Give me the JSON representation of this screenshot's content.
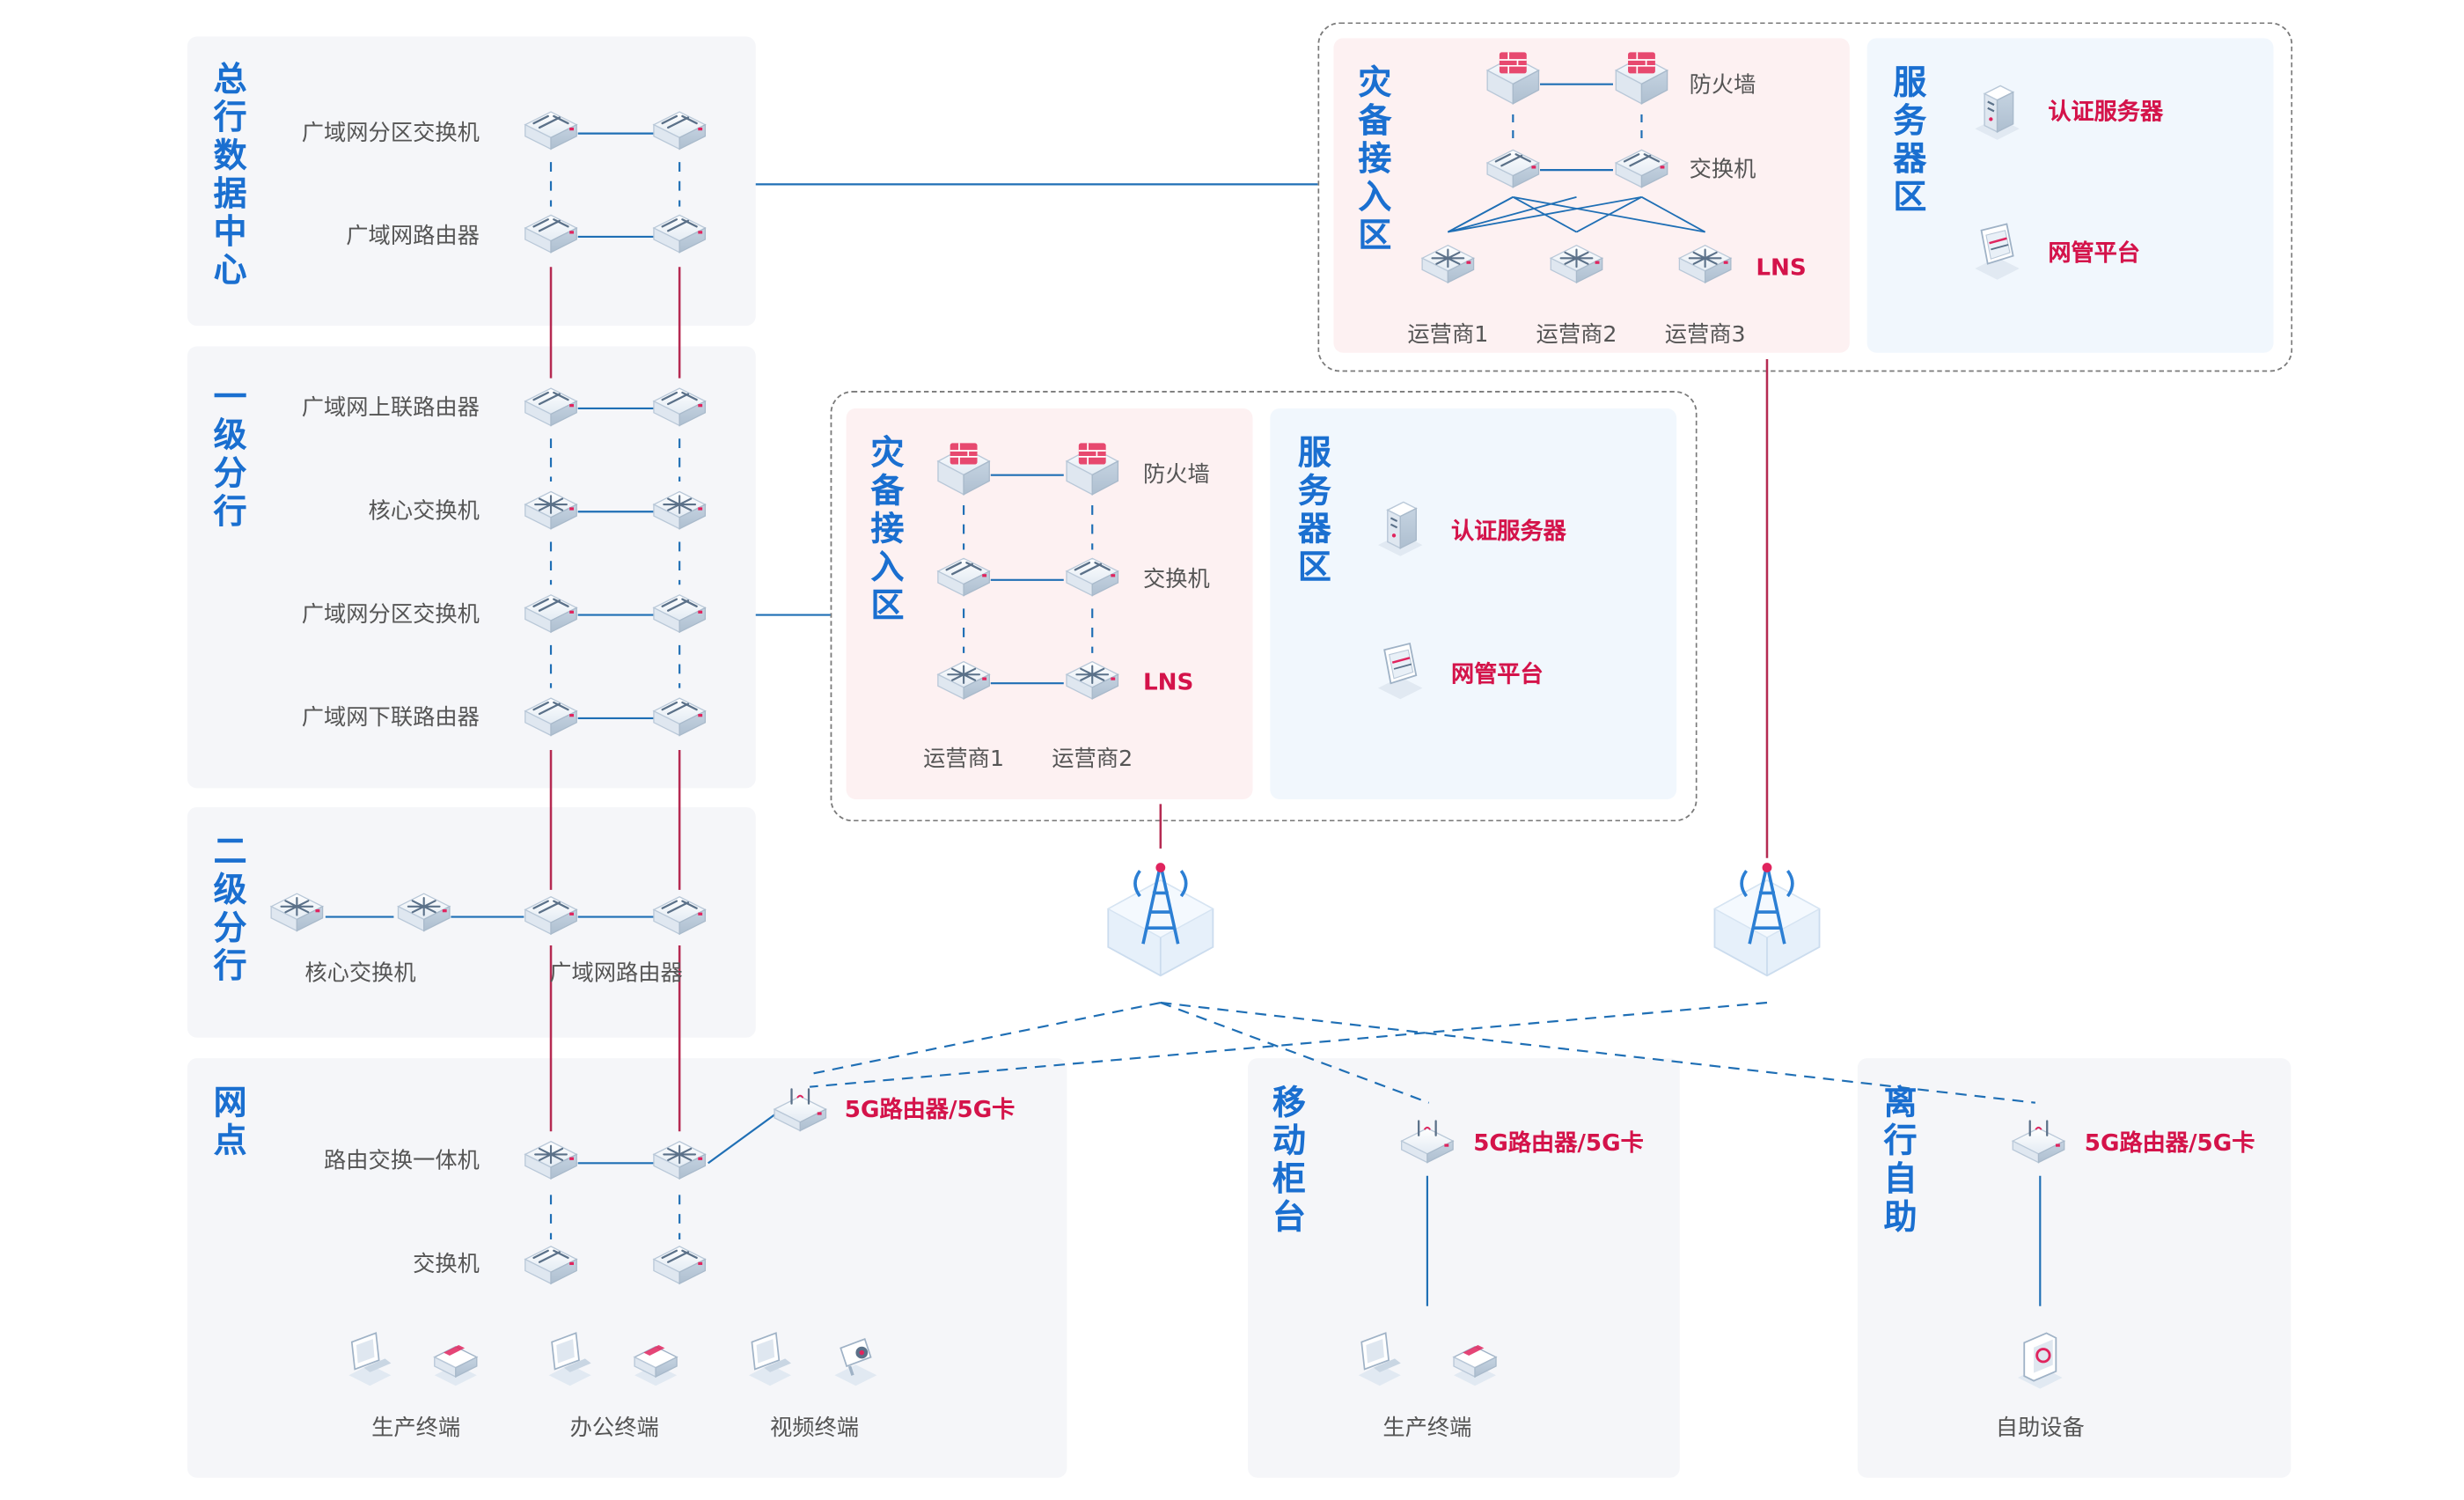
{
  "colors": {
    "title_blue": "#1a6fd0",
    "accent_red": "#d4134a",
    "wire_blue": "#1f6fb5",
    "wire_red": "#b52a52",
    "panel_grey": "#f5f6f9",
    "panel_pink": "#fdf1f2",
    "panel_lightblue": "#f1f7fd"
  },
  "hq": {
    "title": "总行数据中心",
    "wan_switch": "广域网分区交换机",
    "wan_router": "广域网路由器"
  },
  "tier1": {
    "title": "一级分行",
    "uplink_router": "广域网上联路由器",
    "core_switch": "核心交换机",
    "wan_switch": "广域网分区交换机",
    "downlink_router": "广域网下联路由器"
  },
  "tier2": {
    "title": "二级分行",
    "core_switch": "核心交换机",
    "wan_router": "广域网路由器"
  },
  "outlet": {
    "title": "网点",
    "router_switch": "路由交换一体机",
    "switch": "交换机",
    "router_5g": "5G路由器/5G卡",
    "terminals": [
      "生产终端",
      "办公终端",
      "视频终端"
    ]
  },
  "mobile_counter": {
    "title": "移动柜台",
    "router_5g": "5G路由器/5G卡",
    "terminal": "生产终端"
  },
  "self_service": {
    "title": "离行自助",
    "router_5g": "5G路由器/5G卡",
    "device": "自助设备"
  },
  "dr_top": {
    "title": "灾备接入区",
    "firewall": "防火墙",
    "switch": "交换机",
    "lns": "LNS",
    "carriers": [
      "运营商1",
      "运营商2",
      "运营商3"
    ]
  },
  "server_top": {
    "title": "服务器区",
    "auth_server": "认证服务器",
    "nms": "网管平台"
  },
  "dr_mid": {
    "title": "灾备接入区",
    "firewall": "防火墙",
    "switch": "交换机",
    "lns": "LNS",
    "carriers": [
      "运营商1",
      "运营商2"
    ]
  },
  "server_mid": {
    "title": "服务器区",
    "auth_server": "认证服务器",
    "nms": "网管平台"
  },
  "icons": [
    "switch-icon",
    "router-icon",
    "core-switch-icon",
    "firewall-icon",
    "server-icon",
    "nms-icon",
    "cell-tower-icon",
    "pc-icon",
    "printer-icon",
    "camera-icon",
    "atm-icon",
    "wireless-router-icon"
  ]
}
